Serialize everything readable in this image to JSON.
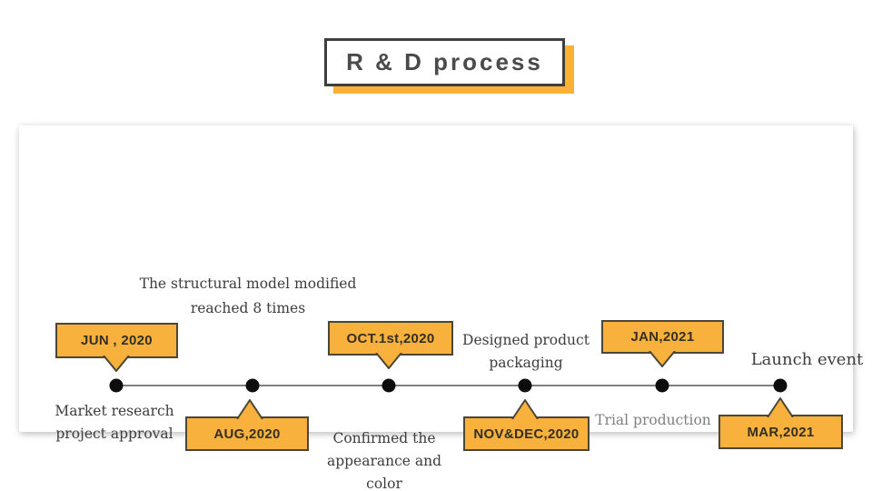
{
  "slide": {
    "title": "R & D process"
  },
  "colors": {
    "badge_fill": "#F8B13C",
    "badge_border": "#4c4636",
    "title_shadow": "#F9B234",
    "timeline_line": "#7f7f7f",
    "dot": "#0d0d0d",
    "text_dark": "#3d3d3d",
    "text_muted": "#7f7f7f"
  },
  "timeline": {
    "milestones": [
      {
        "date": "JUN , 2020",
        "badge_side": "above",
        "desc_lines": [
          "Market research",
          "project approval"
        ]
      },
      {
        "date": "AUG,2020",
        "badge_side": "below",
        "desc_lines": [
          "The structural model modified",
          "reached 8 times"
        ]
      },
      {
        "date": "OCT.1st,2020",
        "badge_side": "above",
        "desc_lines": [
          "Confirmed the",
          "appearance and color"
        ]
      },
      {
        "date": "NOV&DEC,2020",
        "badge_side": "below",
        "desc_lines": [
          "Designed product",
          "packaging"
        ]
      },
      {
        "date": "JAN,2021",
        "badge_side": "above",
        "desc_lines": [
          "Trial production"
        ]
      },
      {
        "date": "MAR,2021",
        "badge_side": "below",
        "desc_lines": [
          "Launch event"
        ]
      }
    ]
  }
}
